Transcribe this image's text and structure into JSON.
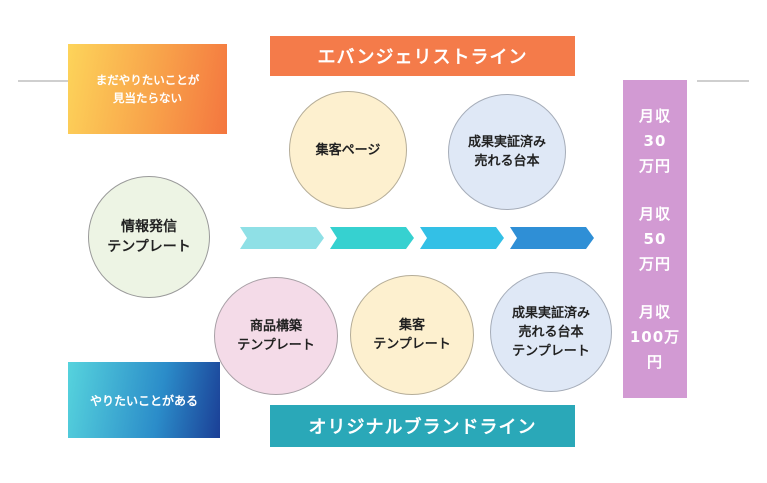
{
  "labels": {
    "not_found": "まだやりたいことが\n見当たらない",
    "found": "やりたいことがある",
    "evangelist_line": "エバンジェリストライン",
    "original_brand_line": "オリジナルブランドライン"
  },
  "circles": {
    "info": "情報発信\nテンプレート",
    "collect_page": "集客ページ",
    "proven_script": "成果実証済み\n売れる台本",
    "product": "商品構築\nテンプレート",
    "collect_tpl": "集客\nテンプレート",
    "proven_script_tpl": "成果実証済み\n売れる台本\nテンプレート"
  },
  "income": [
    "月収\n30\n万円",
    "月収\n50\n万円",
    "月収\n100万\n円"
  ],
  "colors": {
    "orange": "#f47b4a",
    "teal": "#2aa8b8",
    "purple": "#d29ad3",
    "cream": "#fdf0cf",
    "green": "#edf4e4",
    "pink": "#f4dbe8",
    "blue": "#dfe8f6",
    "arrows": [
      "#8fe0e6",
      "#36d1d0",
      "#33c0e6",
      "#2f8fd6"
    ]
  }
}
